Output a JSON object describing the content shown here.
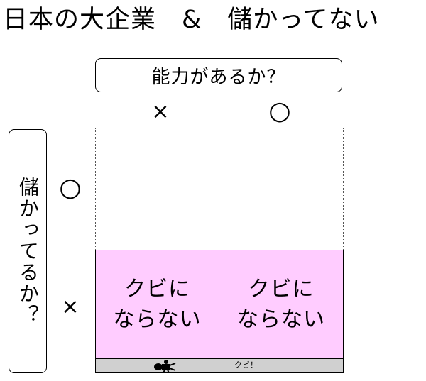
{
  "title": "日本の大企業　&　儲かってない",
  "top_axis": {
    "label": "能力があるか？",
    "no_mark": "×",
    "yes_mark": "○"
  },
  "side_axis": {
    "label": "儲かってるか？",
    "yes_mark": "○",
    "no_mark": "×"
  },
  "matrix": {
    "bottom_left": {
      "line1": "クビに",
      "line2": "ならない"
    },
    "bottom_right": {
      "line1": "クビに",
      "line2": "ならない"
    },
    "bottom_strip": {
      "label": "クビ！",
      "icon": "person-icon"
    }
  },
  "colors": {
    "highlight_fill": "#ffccff",
    "strip_fill": "#d0d0d0"
  }
}
